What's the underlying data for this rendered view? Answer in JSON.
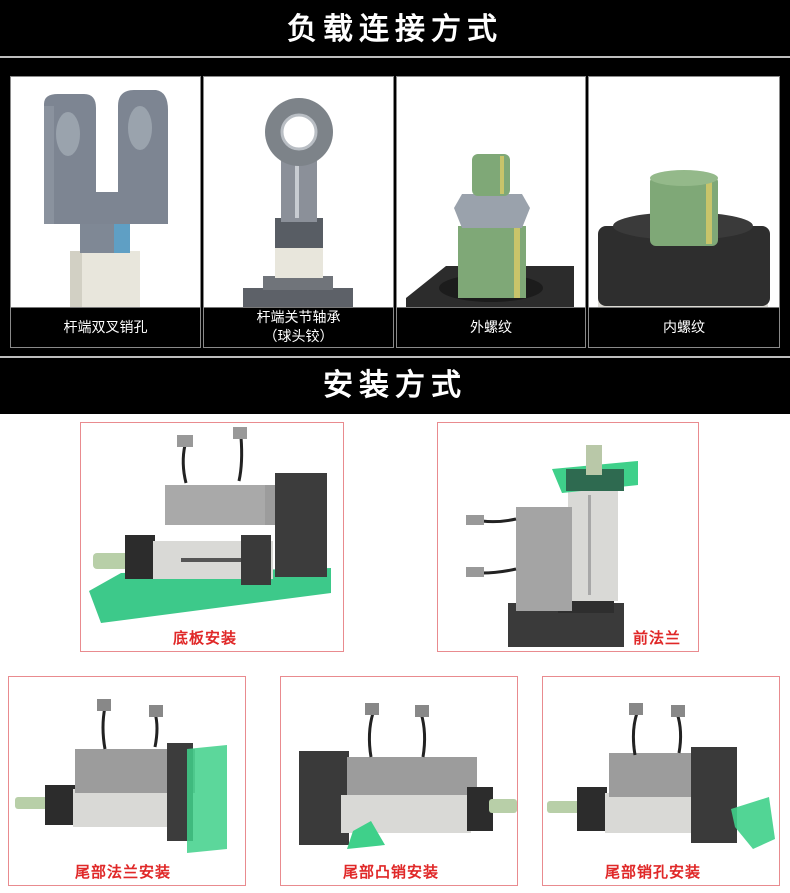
{
  "sections": {
    "load_connection": {
      "title": "负载连接方式",
      "items": [
        {
          "label_line1": "杆端双叉销孔",
          "label_line2": "",
          "icon": "clevis-rod-end-icon"
        },
        {
          "label_line1": "杆端关节轴承",
          "label_line2": "（球头铰）",
          "icon": "rod-end-bearing-icon"
        },
        {
          "label_line1": "外螺纹",
          "label_line2": "",
          "icon": "male-thread-icon"
        },
        {
          "label_line1": "内螺纹",
          "label_line2": "",
          "icon": "female-thread-icon"
        }
      ]
    },
    "mounting": {
      "title": "安装方式",
      "items": [
        {
          "label": "底板安装",
          "icon": "base-plate-mount-icon"
        },
        {
          "label": "前法兰",
          "icon": "front-flange-mount-icon"
        },
        {
          "label": "尾部法兰安装",
          "icon": "rear-flange-mount-icon"
        },
        {
          "label": "尾部凸销安装",
          "icon": "rear-trunnion-mount-icon"
        },
        {
          "label": "尾部销孔安装",
          "icon": "rear-clevis-mount-icon"
        }
      ]
    }
  },
  "colors": {
    "band_bg": "#000000",
    "band_text": "#ffffff",
    "card_border": "#e98b8f",
    "caption_red": "#e02828",
    "highlight_green": "#3fd08a"
  }
}
